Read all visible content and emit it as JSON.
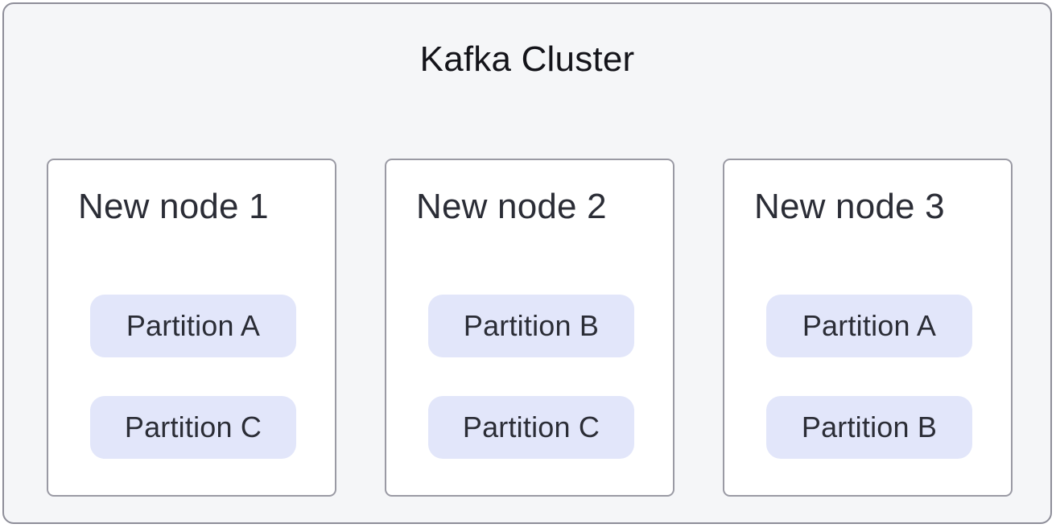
{
  "cluster": {
    "title": "Kafka Cluster",
    "background_color": "#f5f6f8",
    "border_color": "#8e8e99",
    "nodes": [
      {
        "name": "New node 1",
        "partitions": [
          {
            "label": "Partition A"
          },
          {
            "label": "Partition C"
          }
        ]
      },
      {
        "name": "New node 2",
        "partitions": [
          {
            "label": "Partition B"
          },
          {
            "label": "Partition C"
          }
        ]
      },
      {
        "name": "New node 3",
        "partitions": [
          {
            "label": "Partition A"
          },
          {
            "label": "Partition B"
          }
        ]
      }
    ],
    "node_card_color": "#ffffff",
    "node_border_color": "#9a9aa4",
    "partition_pill_color": "#e2e6fa",
    "text_color": "#2b2d36"
  }
}
